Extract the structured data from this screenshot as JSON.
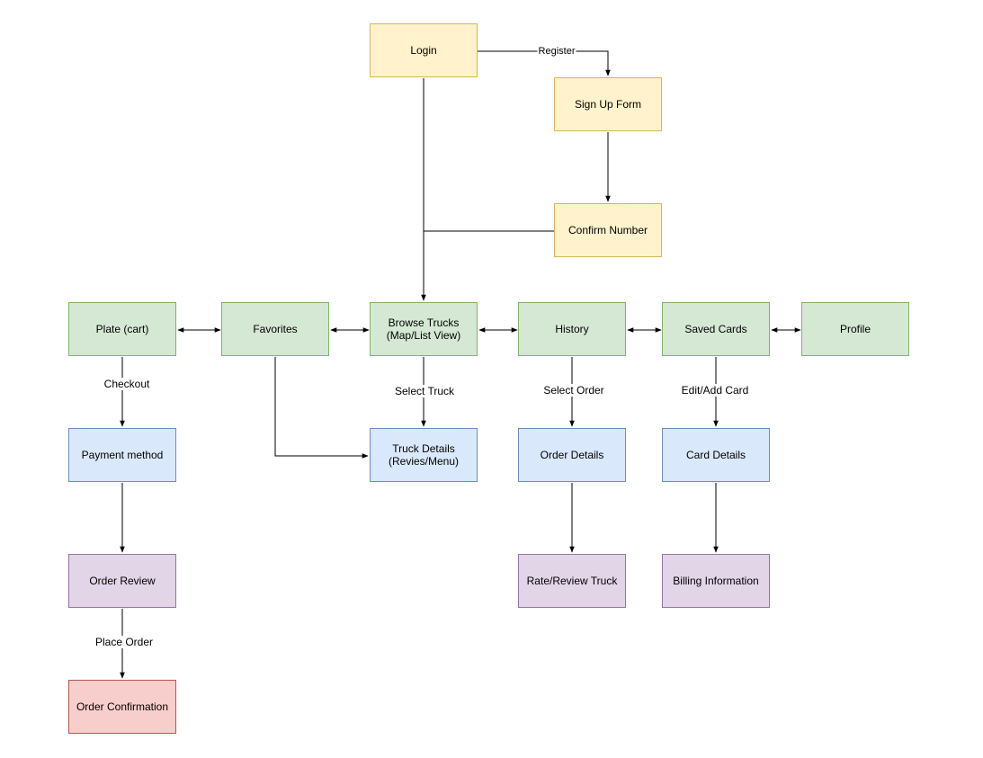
{
  "nodes": {
    "login": "Login",
    "signup": "Sign Up Form",
    "confirm_number": "Confirm Number",
    "plate_cart": "Plate (cart)",
    "favorites": "Favorites",
    "browse_trucks": "Browse Trucks\n(Map/List View)",
    "history": "History",
    "saved_cards": "Saved Cards",
    "profile": "Profile",
    "payment_method": "Payment method",
    "truck_details": "Truck Details\n(Revies/Menu)",
    "order_details": "Order Details",
    "card_details": "Card Details",
    "order_review": "Order Review",
    "rate_review_truck": "Rate/Review Truck",
    "billing_information": "Billing Information",
    "order_confirmation": "Order Confirmation"
  },
  "edge_labels": {
    "register": "Register",
    "checkout": "Checkout",
    "select_truck": "Select Truck",
    "select_order": "Select Order",
    "edit_add_card": "Edit/Add Card",
    "place_order": "Place Order"
  },
  "colors": {
    "yellow_fill": "#fff2cc",
    "yellow_stroke": "#d6b656",
    "green_fill": "#d5e8d4",
    "green_stroke": "#82b366",
    "blue_fill": "#dae8fc",
    "blue_stroke": "#6c8ebf",
    "purple_fill": "#e1d5e7",
    "purple_stroke": "#9673a6",
    "red_fill": "#f8cecc",
    "red_stroke": "#b85450"
  }
}
